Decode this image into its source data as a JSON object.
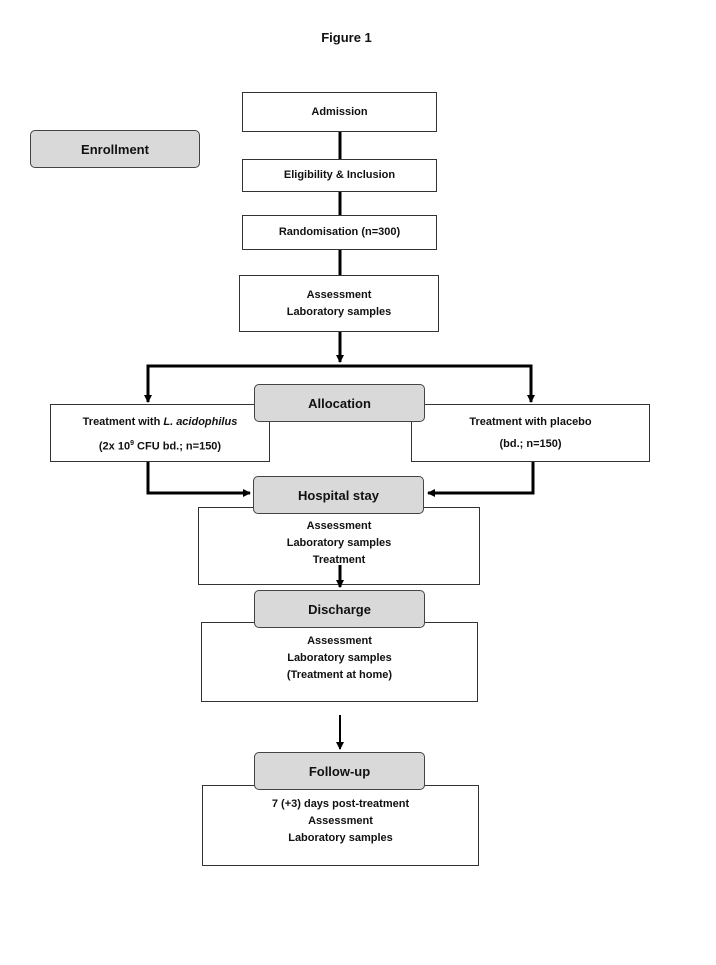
{
  "figure_title": "Figure 1",
  "enrollment_label": "Enrollment",
  "steps": {
    "admission": "Admission",
    "eligibility": "Eligibility & Inclusion",
    "randomisation": "Randomisation (n=300)",
    "baseline": [
      "Assessment",
      "Laboratory samples"
    ]
  },
  "allocation_label": "Allocation",
  "arm_probiotic": {
    "prefix": "Treatment with ",
    "organism": "L. acidophilus",
    "dose_a": "(2x 10",
    "dose_exp": "9",
    "dose_b": " CFU bd.; n=150)"
  },
  "arm_placebo": {
    "line1": "Treatment with placebo",
    "line2": "(bd.; n=150)"
  },
  "hospital_stay": {
    "label": "Hospital stay",
    "items": [
      "Assessment",
      "Laboratory samples",
      "Treatment"
    ]
  },
  "discharge": {
    "label": "Discharge",
    "items": [
      "Assessment",
      "Laboratory samples",
      "(Treatment at home)"
    ]
  },
  "follow_up": {
    "label": "Follow-up",
    "items": [
      "7 (+3) days post-treatment",
      "Assessment",
      "Laboratory samples"
    ]
  }
}
